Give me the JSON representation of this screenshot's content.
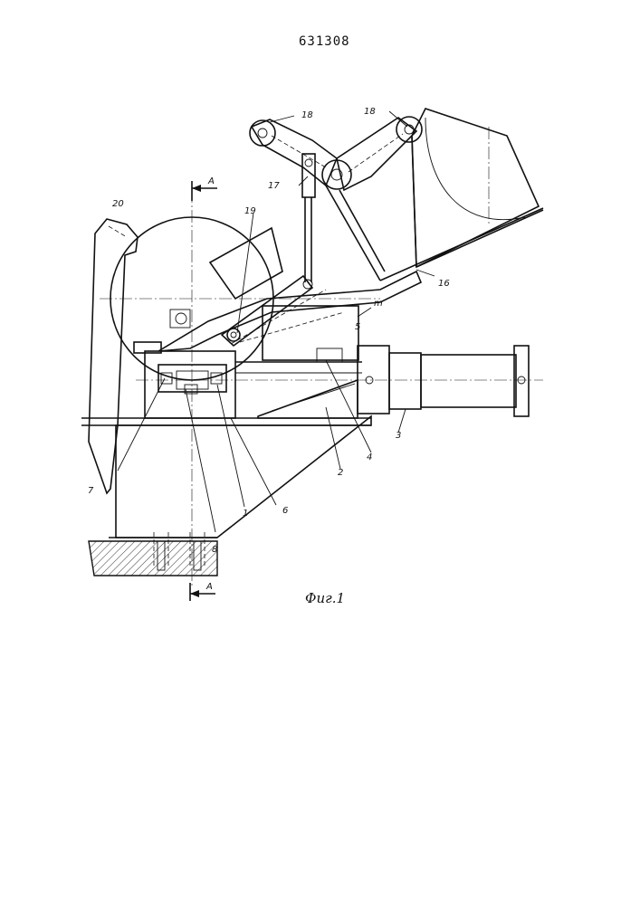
{
  "document": {
    "patent_number": "631308",
    "figure_caption": "Фиг.1"
  },
  "section_marks": {
    "top": "A",
    "bottom": "A"
  },
  "part_labels": {
    "l1": "1",
    "l2": "2",
    "l3": "3",
    "l4": "4",
    "l5": "5",
    "l6": "6",
    "l7": "7",
    "l8": "8",
    "l16": "16",
    "l17": "17",
    "l18a": "18",
    "l18b": "18",
    "l19": "19",
    "l20": "20",
    "lm": "m"
  }
}
